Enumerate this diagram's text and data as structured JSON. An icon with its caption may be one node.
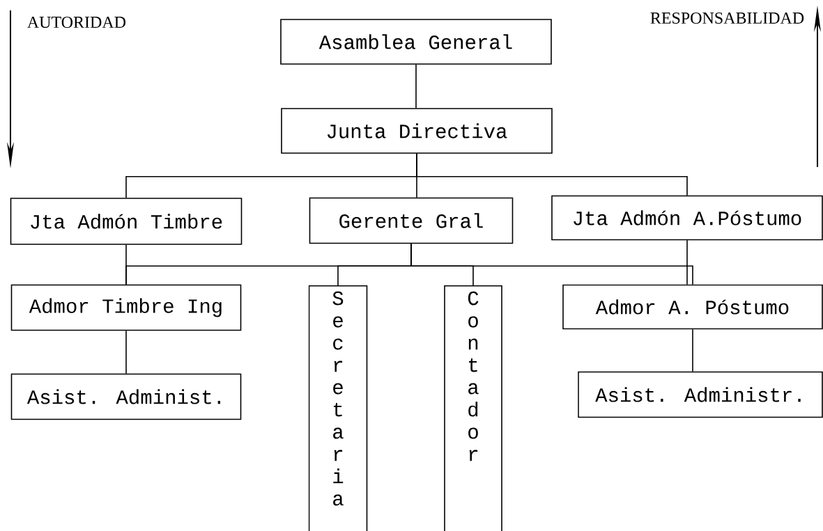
{
  "diagram": {
    "nodes": [
      {
        "text": [
          "Asamblea General"
        ]
      },
      {
        "text": [
          "Junta Directiva"
        ]
      },
      {
        "text": [
          "Jta Admón Timbre"
        ]
      },
      {
        "text": [
          "Gerente Gral"
        ]
      },
      {
        "text": [
          "Jta Admón A.Póstumo"
        ]
      },
      {
        "text": [
          "Admor Timbre Ing"
        ]
      },
      {
        "text": [
          "Secretaria"
        ]
      },
      {
        "text": [
          "Contador"
        ]
      },
      {
        "text": [
          "Admor A. Póstumo"
        ]
      },
      {
        "text": [
          "Asist. Administ."
        ]
      },
      {
        "text": [
          "Asist. Administr."
        ]
      }
    ],
    "edges": [
      {
        "from": 0,
        "to": 1,
        "arrow": "none"
      },
      {
        "from": 1,
        "to": 2,
        "arrow": "none"
      },
      {
        "from": 1,
        "to": 3,
        "arrow": "none"
      },
      {
        "from": 1,
        "to": 4,
        "arrow": "none"
      },
      {
        "from": 2,
        "to": 5,
        "arrow": "none"
      },
      {
        "from": 3,
        "to": 5,
        "arrow": "none"
      },
      {
        "from": 3,
        "to": 6,
        "arrow": "none"
      },
      {
        "from": 3,
        "to": 7,
        "arrow": "none"
      },
      {
        "from": 3,
        "to": 8,
        "arrow": "none"
      },
      {
        "from": 4,
        "to": 8,
        "arrow": "none"
      },
      {
        "from": 5,
        "to": 9,
        "arrow": "none"
      },
      {
        "from": 8,
        "to": 10,
        "arrow": "none"
      }
    ],
    "labels": [
      "AUTORIDAD",
      "RESPONSABILIDAD"
    ]
  }
}
